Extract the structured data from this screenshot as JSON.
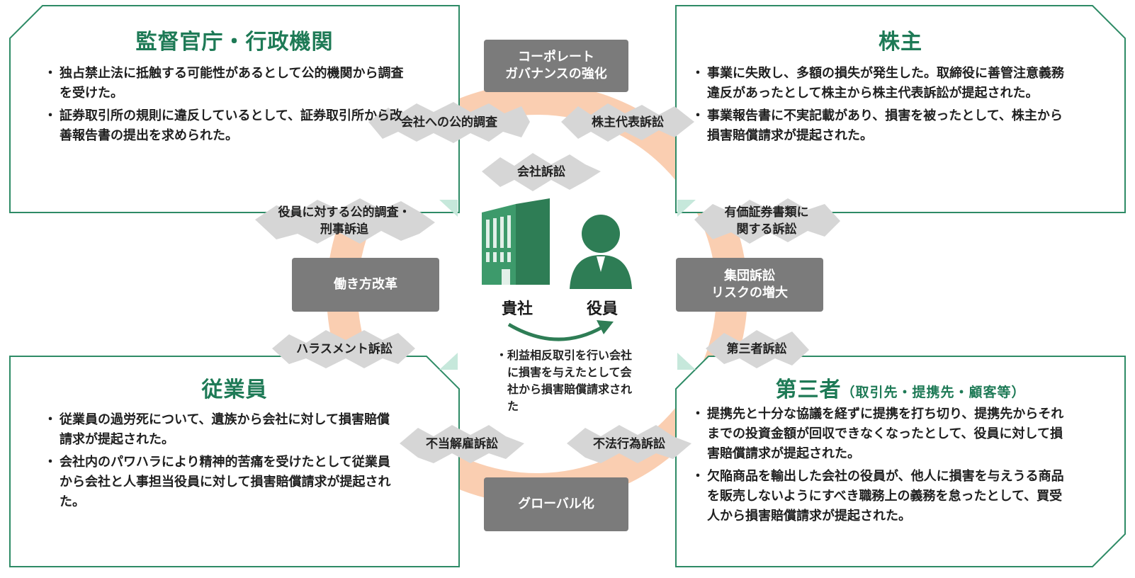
{
  "colors": {
    "accent_green": "#1e7a56",
    "icon_green": "#2e7d55",
    "ring_orange": "#f9c9a8",
    "gray_box": "#7b7b7b"
  },
  "quadrants": {
    "regulators": {
      "title": "監督官庁・行政機関",
      "items": [
        "独占禁止法に抵触する可能性があるとして公的機関から調査を受けた。",
        "証券取引所の規則に違反しているとして、証券取引所から改善報告書の提出を求められた。"
      ]
    },
    "shareholders": {
      "title": "株主",
      "items": [
        "事業に失敗し、多額の損失が発生した。取締役に善管注意義務違反があったとして株主から株主代表訴訟が提起された。",
        "事業報告書に不実記載があり、損害を被ったとして、株主から損害賠償請求が提起された。"
      ]
    },
    "employees": {
      "title": "従業員",
      "items": [
        "従業員の過労死について、遺族から会社に対して損害賠償請求が提起された。",
        "会社内のパワハラにより精神的苦痛を受けたとして従業員から会社と人事担当役員に対して損害賠償請求が提起された。"
      ]
    },
    "third_parties": {
      "title": "第三者",
      "subtitle": "（取引先・提携先・顧客等）",
      "items": [
        "提携先と十分な協議を経ずに提携を打ち切り、提携先からそれまでの投資金額が回収できなくなったとして、役員に対して損害賠償請求が提起された。",
        "欠陥商品を輸出した会社の役員が、他人に損害を与えうる商品を販売しないようにすべき職務上の義務を怠ったとして、買受人から損害賠償請求が提起された。"
      ]
    }
  },
  "trends": {
    "top": "コーポレート\nガバナンスの強化",
    "left": "働き方改革",
    "right": "集団訴訟\nリスクの増大",
    "bottom": "グローバル化"
  },
  "lawsuits": {
    "public_investigation_company": "会社への公的調査",
    "shareholder_derivative": "株主代表訴訟",
    "company_lawsuit": "会社訴訟",
    "officer_investigation": "役員に対する公的調査・\n刑事訴追",
    "securities": "有価証券書類に\n関する訴訟",
    "harassment": "ハラスメント訴訟",
    "third_party": "第三者訴訟",
    "wrongful_dismissal": "不当解雇訴訟",
    "tort": "不法行為訴訟"
  },
  "center": {
    "company_label": "貴社",
    "officer_label": "役員",
    "note": "利益相反取引を行い会社に損害を与えたとして会社から損害賠償請求された"
  }
}
